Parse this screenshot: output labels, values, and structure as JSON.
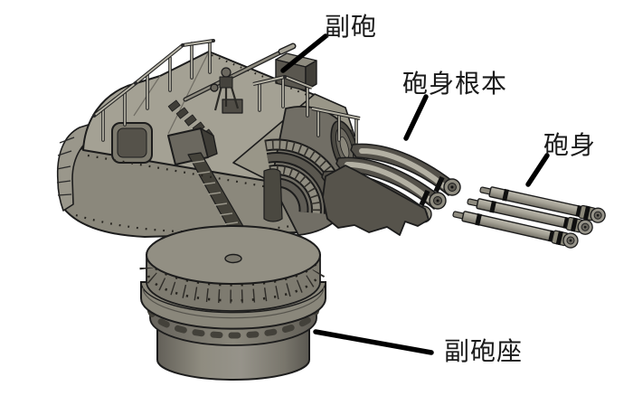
{
  "figure_type": "exploded-parts-diagram",
  "background_color": "#ffffff",
  "labels": {
    "secondary_gun": "副砲",
    "barrel_root": "砲身根本",
    "barrel": "砲身",
    "secondary_gun_mount": "副砲座"
  },
  "annotation_style": {
    "leader_line_color": "#000000",
    "label_text_color": "#1a1a1a"
  },
  "palette": {
    "outline": "#1c1c1c",
    "surface_light": "#a4a194",
    "surface_mid": "#8b887c",
    "surface_dark": "#56534b",
    "metal_highlight": "#b3b0a3"
  }
}
